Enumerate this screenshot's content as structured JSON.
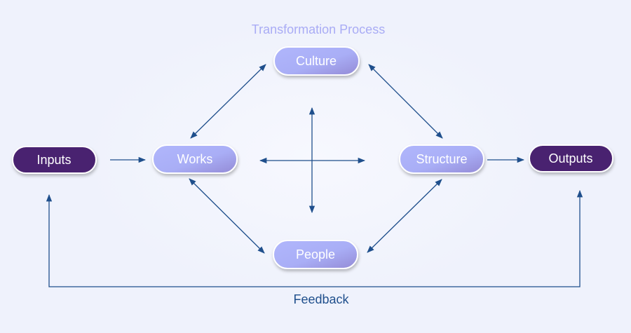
{
  "title": "Transformation Process",
  "nodes": {
    "inputs": "Inputs",
    "works": "Works",
    "culture": "Culture",
    "structure": "Structure",
    "people": "People",
    "outputs": "Outputs"
  },
  "feedback_label": "Feedback",
  "colors": {
    "background": "#eff2fc",
    "dark_node": "#4a2270",
    "light_node_start": "#adb3fb",
    "light_node_end": "#978cd8",
    "arrow": "#1f4f8c",
    "title": "#a9acf5",
    "feedback_text": "#1f4f8c"
  }
}
